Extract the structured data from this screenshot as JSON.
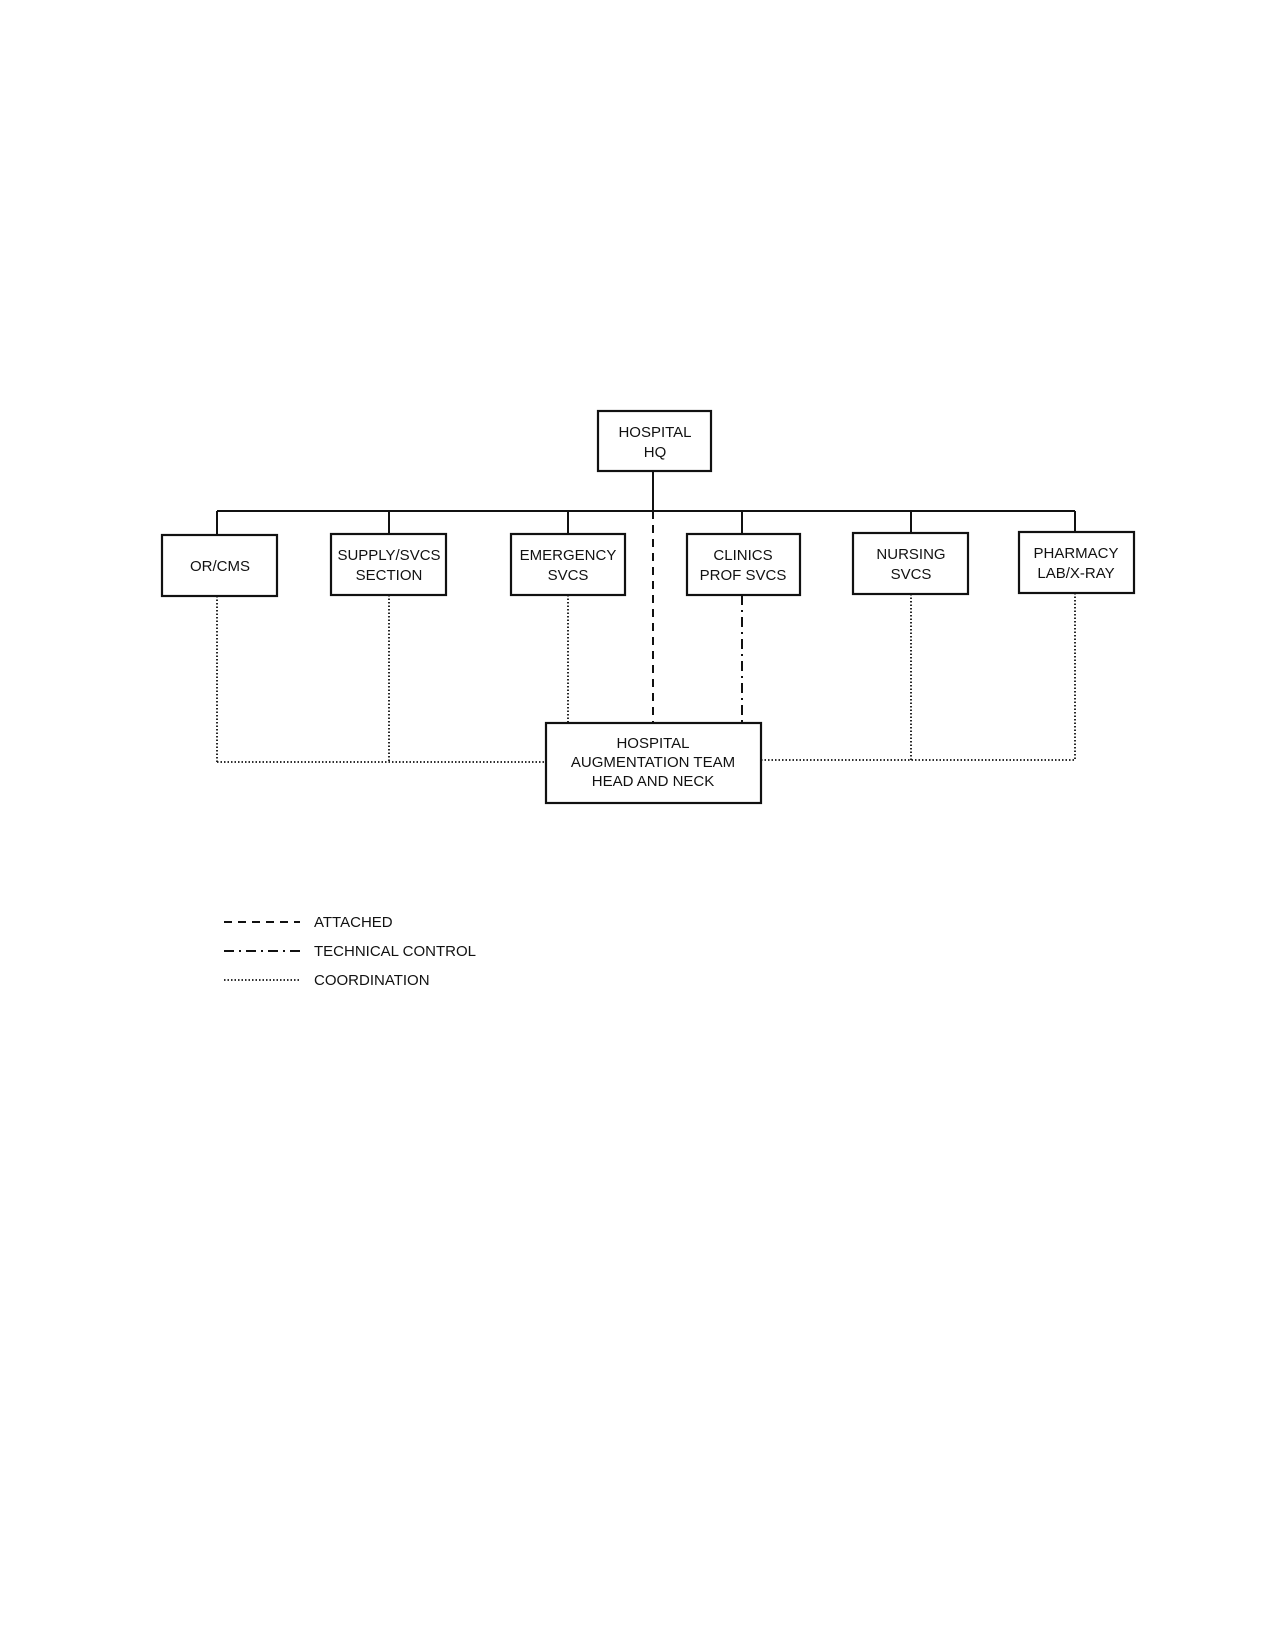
{
  "nodes": {
    "hq": {
      "lines": [
        "HOSPITAL",
        "HQ"
      ]
    },
    "orcms": {
      "lines": [
        "OR/CMS"
      ]
    },
    "supply": {
      "lines": [
        "SUPPLY/SVCS",
        "SECTION"
      ]
    },
    "emergency": {
      "lines": [
        "EMERGENCY",
        "SVCS"
      ]
    },
    "clinics": {
      "lines": [
        "CLINICS",
        "PROF SVCS"
      ]
    },
    "nursing": {
      "lines": [
        "NURSING",
        "SVCS"
      ]
    },
    "pharmacy": {
      "lines": [
        "PHARMACY",
        "LAB/X-RAY"
      ]
    },
    "team": {
      "lines": [
        "HOSPITAL",
        "AUGMENTATION TEAM",
        "HEAD AND NECK"
      ]
    }
  },
  "legend": {
    "attached": "ATTACHED",
    "technical": "TECHNICAL CONTROL",
    "coordination": "COORDINATION"
  }
}
